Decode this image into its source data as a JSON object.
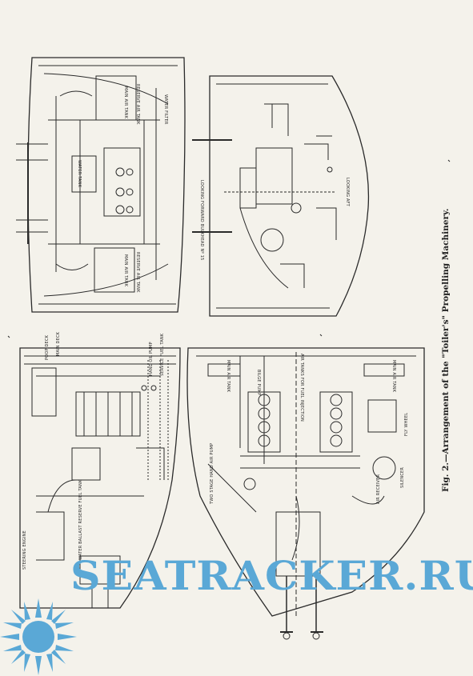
{
  "caption": "Fig. 2.—Arrangement of the \"Toiler's\" Propelling Machinery.",
  "watermark": {
    "text": "SEATRACKER.RU",
    "color": "#5aa8d6",
    "logo_icon": "sun-burst-icon"
  },
  "labels": {
    "looking_forward": "LOOKING FORWARD BULKHEAD Nº 15",
    "looking_aft": "LOOKING AFT",
    "main_air_tank_1": "MAIN AIR TANK",
    "reserve_air_tank_1": "RESERVE AIR TANK",
    "main_air_tank_2": "MAIN AIR TANK",
    "reserve_air_tank_2": "RESERVE AIR TANK",
    "water_filter": "WATER FILTER",
    "water_tank": "WATER TANK",
    "fuel_injection": "AIR TANKS FOR FUEL INJECTION",
    "water_ballast": "WATER BALLAST RESERVE FUEL TANK",
    "steering_engine": "STEERING ENGINE",
    "service_fuel_tank": "SERVICE FUEL TANK",
    "poop_deck": "POOP DECK",
    "main_deck": "MAIN DECK",
    "main_air_tank_3": "MAIN AIR TANK",
    "main_air_tank_4": "MAIN AIR TANK",
    "two_stage_hand_air_pump": "TWO STAGE HAND AIR PUMP",
    "fly_wheel": "FLY WHEEL",
    "silencer": "SILENCER",
    "air_receiver": "AIR RECEIVER",
    "hand_oil_pump": "HAND OIL PUMP",
    "bilge_pump": "BILGE PUMP"
  },
  "colors": {
    "ink": "#2a2a2a",
    "paper": "#f4f2eb"
  }
}
